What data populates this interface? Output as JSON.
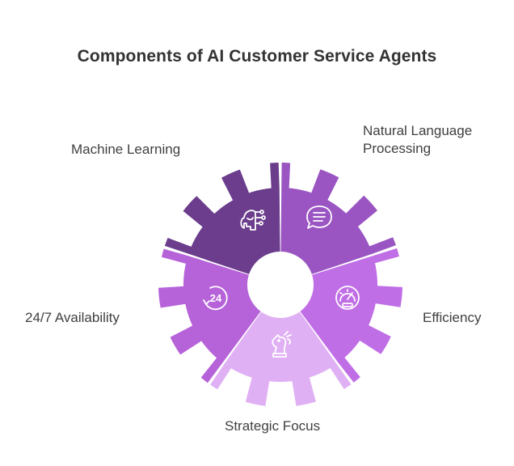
{
  "title": "Components of AI Customer Service Agents",
  "colors": {
    "background": "#ffffff",
    "title_text": "#333333",
    "label_text": "#404040",
    "icon_stroke": "#ffffff"
  },
  "segments": [
    {
      "label": "Machine Learning",
      "color": "#6b3d8c",
      "icon": "brain-circuit-icon"
    },
    {
      "label": "Natural Language Processing",
      "label_lines": [
        "Natural Language",
        "Processing"
      ],
      "color": "#9a55c2",
      "icon": "speech-bubble-icon"
    },
    {
      "label": "Efficiency",
      "color": "#c06ee6",
      "icon": "speedometer-icon"
    },
    {
      "label": "Strategic Focus",
      "color": "#e0b0f4",
      "icon": "chess-knight-icon"
    },
    {
      "label": "24/7 Availability",
      "color": "#b662d9",
      "icon": "clock-24-icon"
    }
  ]
}
